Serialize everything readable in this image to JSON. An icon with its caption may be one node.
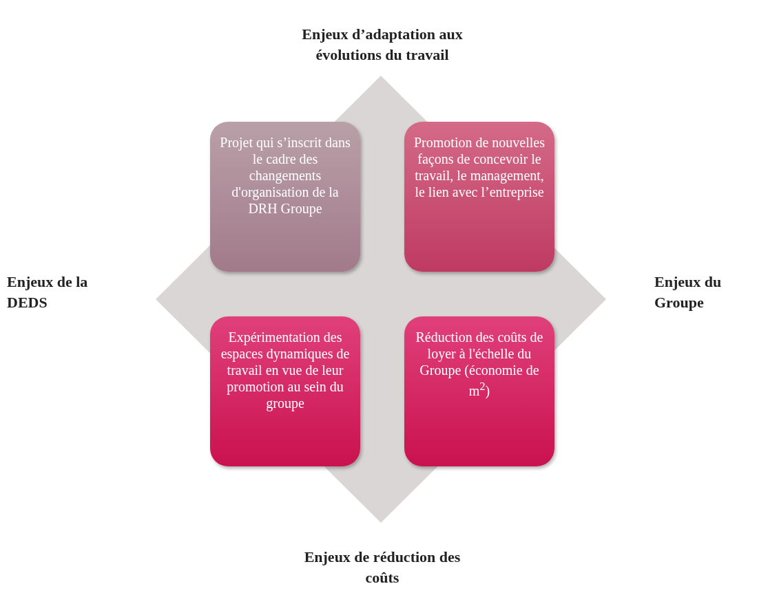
{
  "diagram": {
    "nodes": [
      {
        "text": [
          "Projet qui s’inscrit dans le cadre des changements d'organisation de la DRH Groupe"
        ]
      },
      {
        "text": [
          "Promotion de nouvelles façons de concevoir le travail, le management, le lien avec l’entreprise"
        ]
      },
      {
        "text": [
          "Expérimentation des espaces dynamiques de travail en vue de leur promotion au sein du groupe"
        ]
      },
      {
        "text": [
          "Réduction des coûts de loyer à l'échelle du Groupe (économie de m$^{2}$)"
        ]
      }
    ],
    "edges": [],
    "labels": [
      "Enjeux d’adaptation aux évolutions du travail",
      "Enjeux de la DEDS",
      "Enjeux du Groupe",
      "Enjeux de réduction des coûts"
    ]
  }
}
